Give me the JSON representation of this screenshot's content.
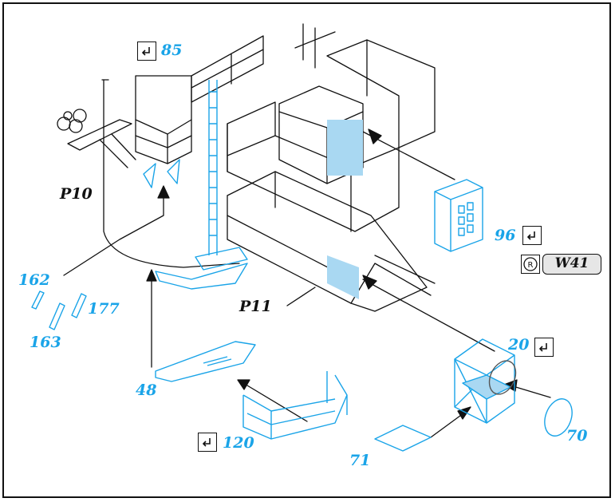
{
  "labels": {
    "p85": "85",
    "p96": "96",
    "p20": "20",
    "p120": "120",
    "p10": "P10",
    "p11": "P11",
    "p162": "162",
    "p163": "163",
    "p177": "177",
    "p48": "48",
    "p70": "70",
    "p71": "71",
    "w41": "W41"
  },
  "colors": {
    "part_blue": "#1aa4e8",
    "fill_blue": "#a9d8f2",
    "ink": "#111111"
  },
  "icons": [
    "checkmark-icon",
    "registered-icon"
  ]
}
